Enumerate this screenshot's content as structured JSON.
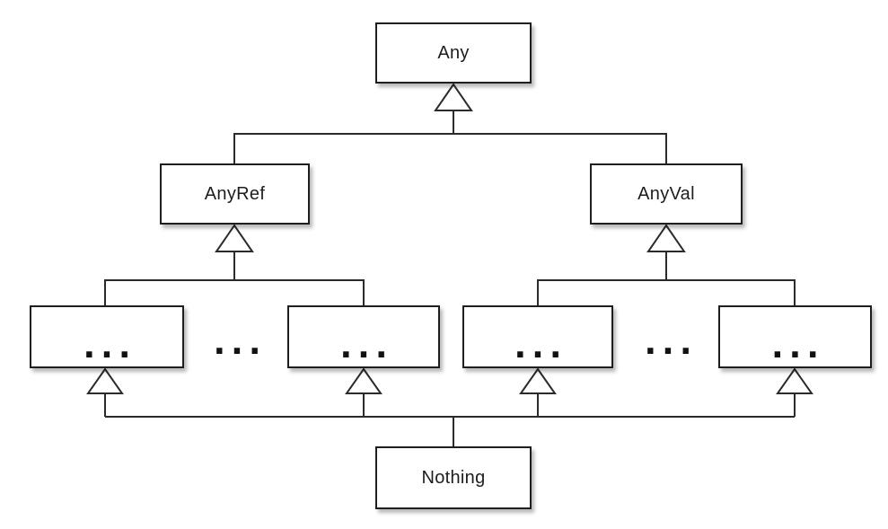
{
  "diagram": {
    "kind": "class-hierarchy",
    "nodes": {
      "any": {
        "label": "Any"
      },
      "anyref": {
        "label": "AnyRef"
      },
      "anyval": {
        "label": "AnyVal"
      },
      "anyref_child_left": {
        "label": "..."
      },
      "anyref_child_right": {
        "label": "..."
      },
      "anyval_child_left": {
        "label": "..."
      },
      "anyval_child_right": {
        "label": "..."
      },
      "nothing": {
        "label": "Nothing"
      }
    },
    "ellipsis": {
      "between_anyref_children": "...",
      "between_anyval_children": "..."
    },
    "edges": [
      {
        "from": "anyref",
        "to": "any",
        "arrow": "hollow-triangle"
      },
      {
        "from": "anyval",
        "to": "any",
        "arrow": "hollow-triangle"
      },
      {
        "from": "anyref_child_left",
        "to": "anyref",
        "arrow": "hollow-triangle"
      },
      {
        "from": "anyref_child_right",
        "to": "anyref",
        "arrow": "hollow-triangle"
      },
      {
        "from": "anyval_child_left",
        "to": "anyval",
        "arrow": "hollow-triangle"
      },
      {
        "from": "anyval_child_right",
        "to": "anyval",
        "arrow": "hollow-triangle"
      },
      {
        "from": "nothing",
        "to": "anyref_child_left",
        "arrow": "hollow-triangle"
      },
      {
        "from": "nothing",
        "to": "anyref_child_right",
        "arrow": "hollow-triangle"
      },
      {
        "from": "nothing",
        "to": "anyval_child_left",
        "arrow": "hollow-triangle"
      },
      {
        "from": "nothing",
        "to": "anyval_child_right",
        "arrow": "hollow-triangle"
      }
    ],
    "colors": {
      "background": "#ffffff",
      "box_fill": "#ffffff",
      "box_border": "#1f1f1f",
      "line": "#2b2b2b",
      "text": "#1d1d1d"
    }
  }
}
